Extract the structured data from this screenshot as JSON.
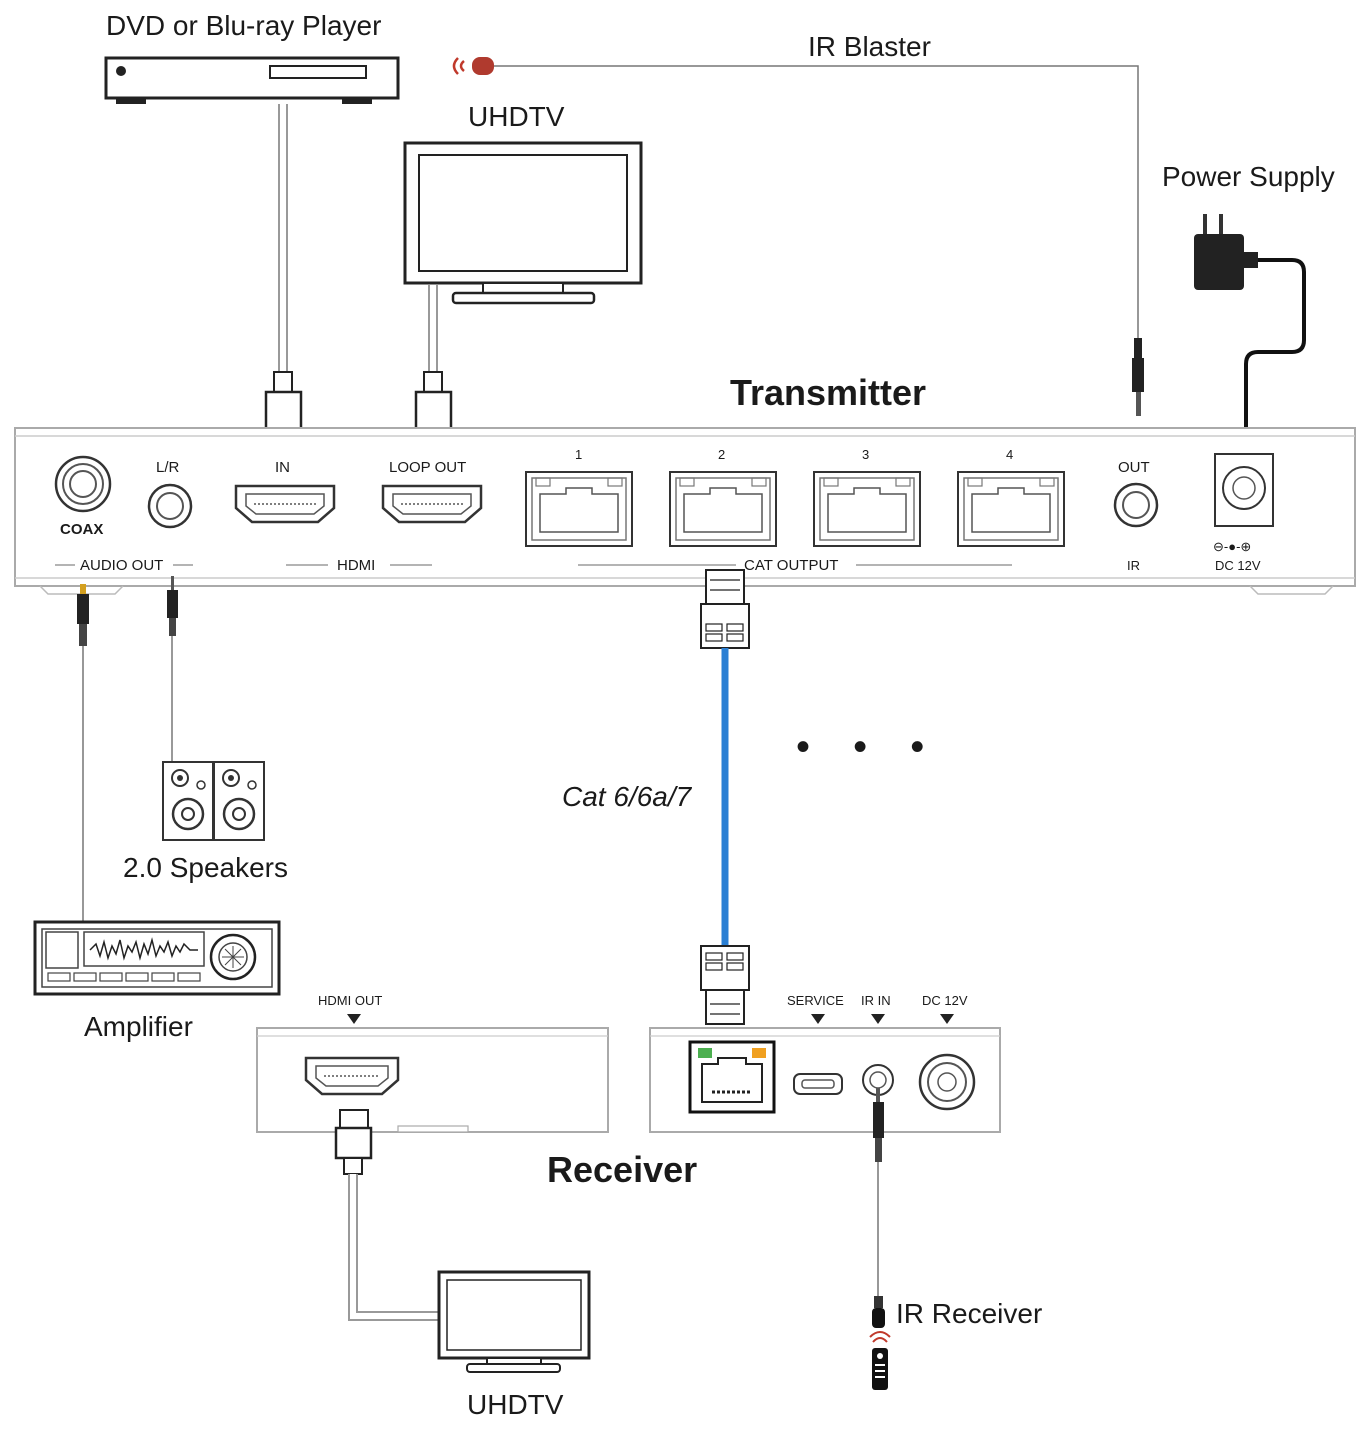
{
  "source": {
    "label": "DVD or Blu-ray Player"
  },
  "ir_blaster": {
    "label": "IR Blaster"
  },
  "local_tv": {
    "label": "UHDTV"
  },
  "power_supply": {
    "label": "Power Supply"
  },
  "transmitter": {
    "title": "Transmitter",
    "ports": {
      "coax": "COAX",
      "lr": "L/R",
      "hdmi_in": "IN",
      "loop_out": "LOOP OUT",
      "cat_numbers": [
        "1",
        "2",
        "3",
        "4"
      ],
      "ir_out": "OUT",
      "dc_polarity": "⊖-●-⊕",
      "dc": "DC 12V"
    },
    "groups": {
      "audio_out": "AUDIO OUT",
      "hdmi": "HDMI",
      "cat_output": "CAT OUTPUT",
      "ir": "IR"
    }
  },
  "continuation": "• • •",
  "cable": {
    "label": "Cat 6/6a/7",
    "color": "#2a7fd4"
  },
  "speakers": {
    "label": "2.0 Speakers"
  },
  "amplifier": {
    "label": "Amplifier"
  },
  "receiver": {
    "title": "Receiver",
    "ports": {
      "hdmi_out": "HDMI OUT",
      "service": "SERVICE",
      "ir_in": "IR IN",
      "dc": "DC 12V"
    },
    "led_colors": [
      "#4caf50",
      "#f0a020"
    ]
  },
  "ir_receiver": {
    "label": "IR Receiver"
  },
  "remote_tv": {
    "label": "UHDTV"
  }
}
